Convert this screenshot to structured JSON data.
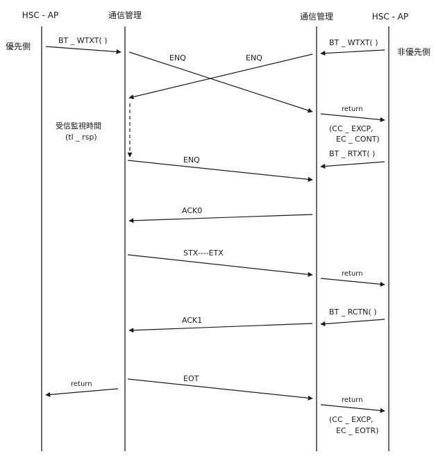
{
  "headers": {
    "left_ap": "HSC - AP",
    "left_comm": "通信管理",
    "right_comm": "通信管理",
    "right_ap": "HSC - AP"
  },
  "side_labels": {
    "priority": "優先側",
    "non_priority": "非優先側"
  },
  "timer": {
    "line1": "受信監視時間",
    "line2": "(tl _ rsp)"
  },
  "messages": {
    "bt_wtxt_left": "BT _ WTXT( )",
    "bt_wtxt_right": "BT _ WTXT( )",
    "enq_cross_1": "ENQ",
    "enq_cross_2": "ENQ",
    "return_1": "return",
    "return_1_detail": [
      "(CC _ EXCP,",
      "EC _ CONT)"
    ],
    "bt_rtxt": "BT _ RTXT( )",
    "enq": "ENQ",
    "ack0": "ACK0",
    "stx_etx": "STX----ETX",
    "return_2": "return",
    "bt_rctn": "BT _ RCTN( )",
    "ack1": "ACK1",
    "return_left": "return",
    "eot": "EOT",
    "return_3": "return",
    "return_3_detail": [
      "(CC _ EXCP,",
      "EC _ EOTR)"
    ]
  },
  "colors": {
    "line": "#1a1a1a"
  }
}
